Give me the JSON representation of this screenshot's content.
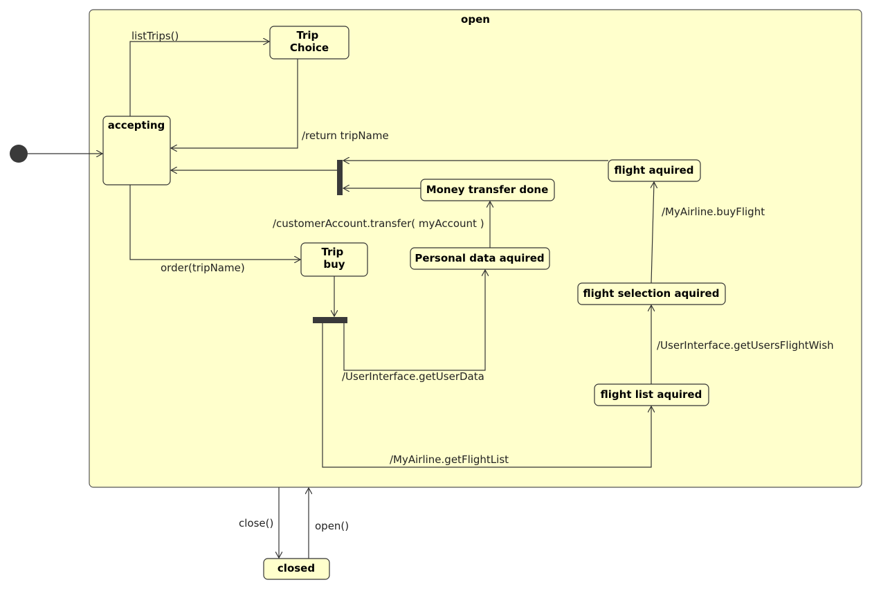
{
  "diagram": {
    "type": "uml-state-machine",
    "composite_state": "open",
    "states": {
      "trip_choice": [
        "Trip",
        "Choice"
      ],
      "accepting": "accepting",
      "trip_buy": [
        "Trip",
        "buy"
      ],
      "money_transfer_done": "Money transfer done",
      "personal_data_aquired": "Personal data aquired",
      "flight_aquired": "flight aquired",
      "flight_selection_aquired": "flight selection aquired",
      "flight_list_aquired": "flight list aquired",
      "closed": "closed"
    },
    "transitions": {
      "list_trips": "listTrips()",
      "return_trip_name": "/return tripName",
      "order_trip_name": "order(tripName)",
      "customer_account_transfer": "/customerAccount.transfer( myAccount )",
      "get_user_data": "/UserInterface.getUserData",
      "get_flight_list": "/MyAirline.getFlightList",
      "get_users_flight_wish": "/UserInterface.getUsersFlightWish",
      "buy_flight": "/MyAirline.buyFlight",
      "close": "close()",
      "open": "open()"
    },
    "colors": {
      "state_fill": "#ffffcc",
      "line": "#333333",
      "bar": "#3a3a3a"
    }
  }
}
